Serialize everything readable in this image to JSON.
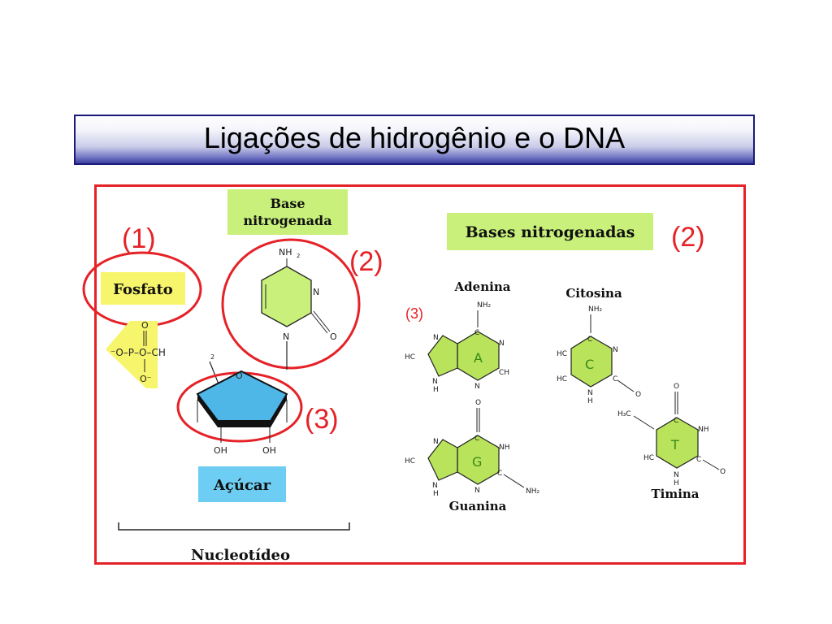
{
  "title": "Ligações de hidrogênio e o DNA",
  "nucleotide": {
    "marker_1": "(1)",
    "marker_2": "(2)",
    "marker_3": "(3)",
    "phosphate_label": "Fosfato",
    "base_label_line1": "Base",
    "base_label_line2": "nitrogenada",
    "sugar_label": "Açúcar",
    "nucleotide_label": "Nucleotídeo",
    "phosphate_formula": {
      "top_o": "O",
      "left": "⁻O–P–O–CH",
      "sub2": "2",
      "bottom_o": "O⁻"
    },
    "pyrimidine": {
      "nh2": "NH",
      "sub2": "2",
      "n1": "N",
      "n2": "N",
      "o": "O"
    },
    "sugar": {
      "ring_o": "O",
      "oh1": "OH",
      "oh2": "OH"
    }
  },
  "bases": {
    "heading": "Bases nitrogenadas",
    "marker_2": "(2)",
    "marker_3": "(3)",
    "adenina": {
      "name": "Adenina",
      "letter": "A",
      "nh2": "NH₂",
      "ch": "CH",
      "hc": "HC",
      "n": "N",
      "c": "C",
      "h": "H"
    },
    "citosina": {
      "name": "Citosina",
      "letter": "C",
      "nh2": "NH₂",
      "hc": "HC",
      "n": "N",
      "c": "C",
      "o": "O",
      "h": "H"
    },
    "guanina": {
      "name": "Guanina",
      "letter": "G",
      "o": "O",
      "nh": "NH",
      "nh2": "NH₂",
      "hc": "HC",
      "n": "N",
      "c": "C",
      "h": "H"
    },
    "timina": {
      "name": "Timina",
      "letter": "T",
      "o": "O",
      "nh": "NH",
      "h3c": "H₃C",
      "hc": "HC",
      "n": "N",
      "c": "C",
      "h": "H"
    }
  },
  "colors": {
    "panel_border": "#e52227",
    "highlight_yellow": "#f7f56b",
    "highlight_green": "#c8f07a",
    "highlight_blue": "#6ecdf2",
    "ring_green": "#b8e35a",
    "sugar_blue": "#4fb6e8",
    "title_gradient_dark": "#3a3f9e"
  }
}
